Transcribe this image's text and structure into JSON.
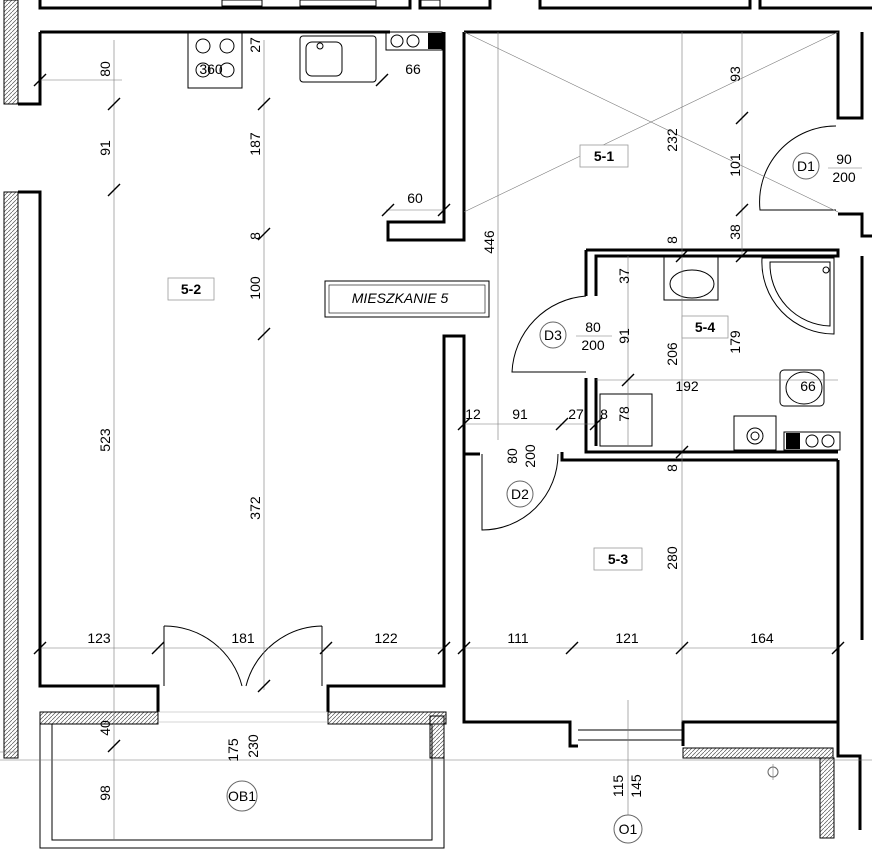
{
  "plan": {
    "title": "MIESZKANIE 5",
    "rooms": [
      {
        "id": "5-1"
      },
      {
        "id": "5-2"
      },
      {
        "id": "5-3"
      },
      {
        "id": "5-4"
      }
    ],
    "doors": [
      {
        "id": "D1",
        "width": "90",
        "height": "200"
      },
      {
        "id": "D2",
        "width": "80",
        "height": "200"
      },
      {
        "id": "D3",
        "width": "80",
        "height": "200"
      }
    ],
    "openings": [
      {
        "id": "OB1",
        "width": "175",
        "height": "230"
      },
      {
        "id": "O1",
        "width": "115",
        "height": "145"
      }
    ],
    "dimensions": [
      "80",
      "91",
      "523",
      "40",
      "98",
      "360",
      "27",
      "66",
      "187",
      "8",
      "100",
      "372",
      "60",
      "123",
      "181",
      "122",
      "446",
      "93",
      "232",
      "101",
      "8",
      "38",
      "37",
      "91",
      "206",
      "179",
      "192",
      "66",
      "78",
      "8",
      "12",
      "91",
      "27",
      "8",
      "280",
      "111",
      "121",
      "164"
    ]
  },
  "colors": {
    "wall": "#000000",
    "dimension": "#777777",
    "background": "#ffffff"
  }
}
